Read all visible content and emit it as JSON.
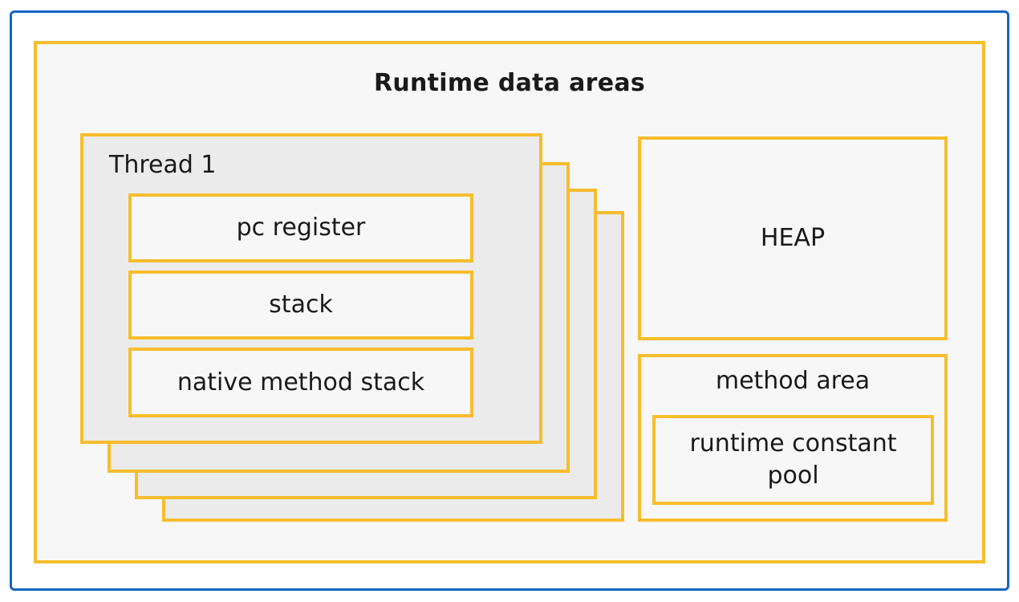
{
  "diagram": {
    "title": "Runtime data areas",
    "thread": {
      "label": "Thread 1",
      "components": [
        "pc register",
        "stack",
        "native method stack"
      ]
    },
    "heap": {
      "label": "HEAP"
    },
    "method_area": {
      "label": "method area",
      "pool_label_line1": "runtime constant",
      "pool_label_line2": "pool"
    }
  },
  "colors": {
    "border_accent": "#f6bd2d",
    "frame": "#1565c0",
    "area_fill": "#f7f7f7",
    "thread_fill": "#ebebeb"
  }
}
